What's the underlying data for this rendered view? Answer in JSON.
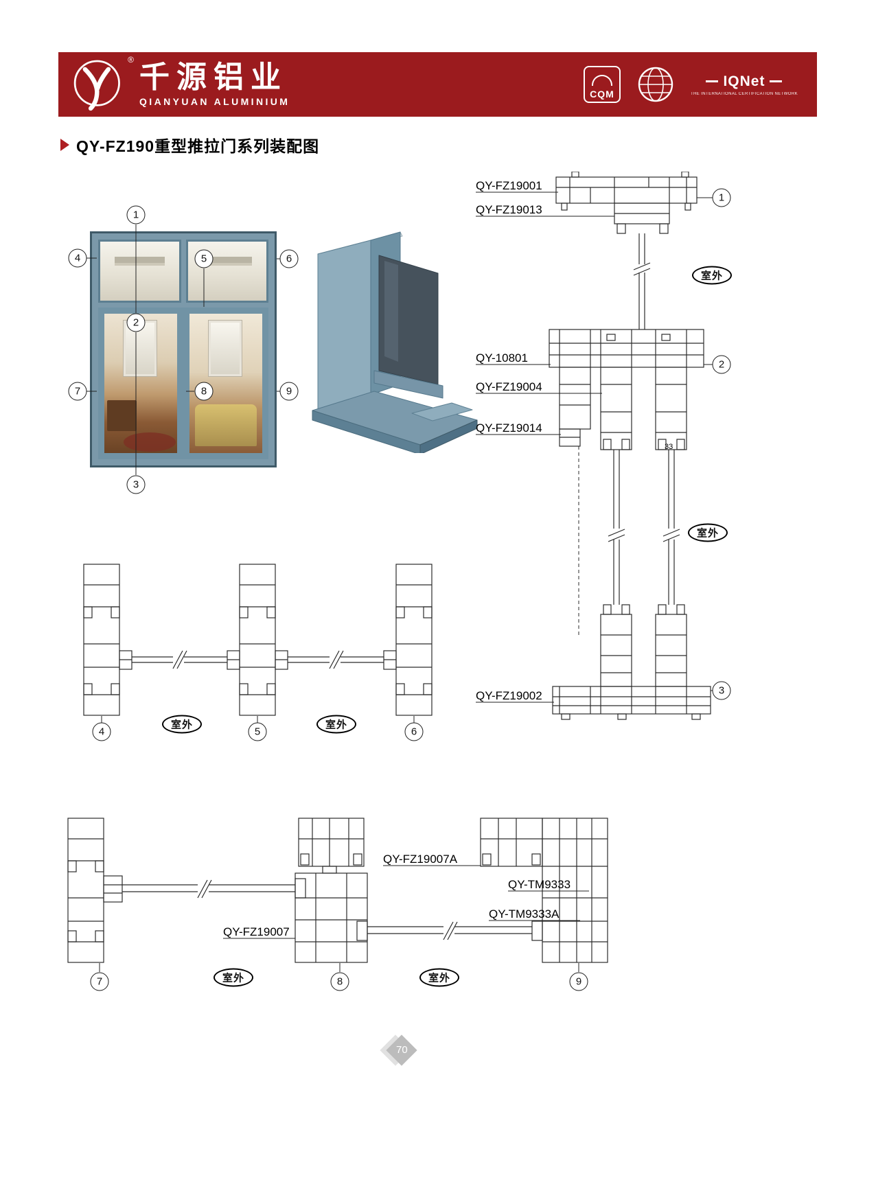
{
  "header": {
    "brand_cn": "千源铝业",
    "brand_en": "QIANYUAN ALUMINIUM",
    "registered": "®",
    "certs": {
      "cqm": "CQM",
      "iqnet": "IQNet",
      "iqnet_sub": "THE INTERNATIONAL CERTIFICATION NETWORK"
    }
  },
  "title": "QY-FZ190重型推拉门系列装配图",
  "outdoor": "室外",
  "callouts": {
    "c1": "1",
    "c2": "2",
    "c3": "3",
    "c4": "4",
    "c5": "5",
    "c6": "6",
    "c7": "7",
    "c8": "8",
    "c9": "9"
  },
  "vertical_section": {
    "labels": {
      "head_frame": "QY-FZ19001",
      "head_sash": "QY-FZ19013",
      "mid_frame": "QY-10801",
      "mid_sash": "QY-FZ19004",
      "interlock": "QY-FZ19014",
      "bottom_frame": "QY-FZ19002"
    },
    "dimension": "33"
  },
  "bottom_section": {
    "labels": {
      "fz19007a": "QY-FZ19007A",
      "tm9333": "QY-TM9333",
      "tm9333a": "QY-TM9333A",
      "fz19007": "QY-FZ19007"
    }
  },
  "footer": {
    "page_number": "70"
  },
  "colors": {
    "header_red": "#9b1b1e",
    "profile_blue": "#7b99aa",
    "line": "#2b2b2b"
  }
}
